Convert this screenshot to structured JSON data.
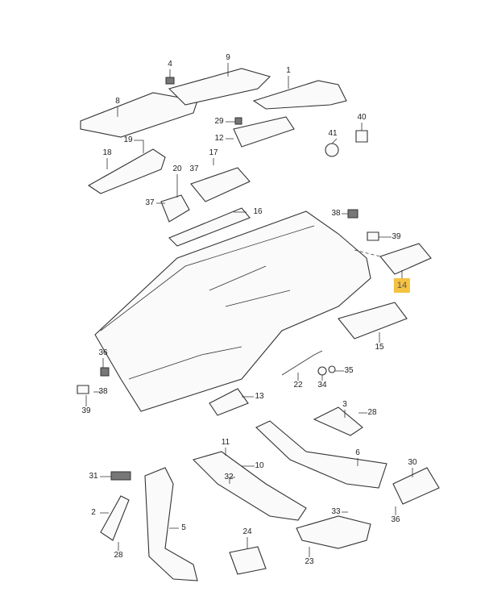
{
  "diagram": {
    "title": "Dashboard air vents and ducts exploded parts diagram",
    "highlight_color": "#f5c242",
    "highlighted_part": "14",
    "callouts": [
      "4",
      "9",
      "1",
      "8",
      "29",
      "40",
      "12",
      "19",
      "41",
      "17",
      "18",
      "20",
      "37",
      "37",
      "16",
      "38",
      "39",
      "14",
      "15",
      "36",
      "38",
      "39",
      "22",
      "34",
      "35",
      "13",
      "3",
      "28",
      "11",
      "10",
      "6",
      "31",
      "32",
      "30",
      "2",
      "5",
      "33",
      "36",
      "28",
      "24",
      "23"
    ]
  }
}
